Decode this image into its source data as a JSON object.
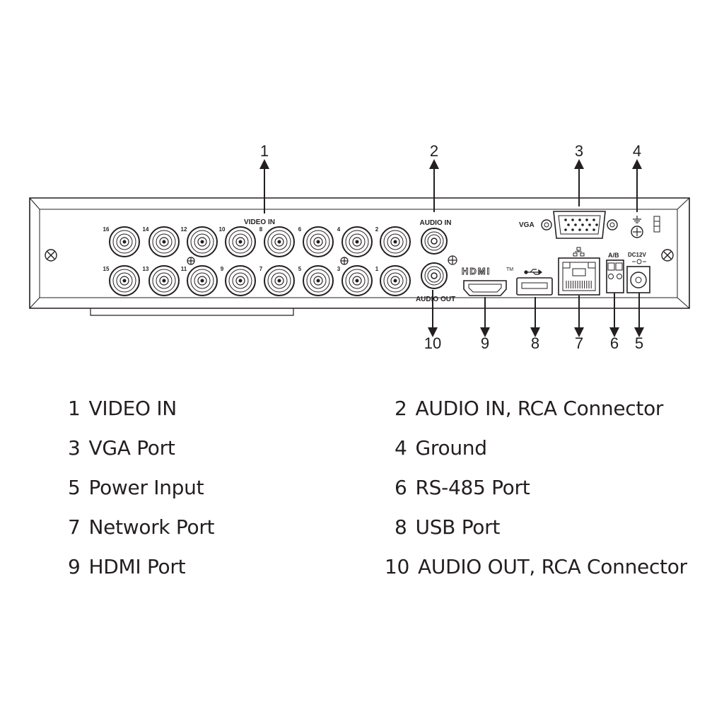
{
  "callouts": [
    {
      "num": "1"
    },
    {
      "num": "2"
    },
    {
      "num": "3"
    },
    {
      "num": "4"
    },
    {
      "num": "5"
    },
    {
      "num": "6"
    },
    {
      "num": "7"
    },
    {
      "num": "8"
    },
    {
      "num": "9"
    },
    {
      "num": "10"
    }
  ],
  "panel_labels": {
    "video_in": "VIDEO IN",
    "audio_in": "AUDIO IN",
    "audio_out": "AUDIO OUT",
    "vga": "VGA",
    "hdmi": "HDMI",
    "hdmi_tm": "TM",
    "rs485": "A/B",
    "dc": "DC12V"
  },
  "bnc_top_labels": [
    "16",
    "14",
    "12",
    "10",
    "8",
    "6",
    "4",
    "2"
  ],
  "bnc_bottom_labels": [
    "15",
    "13",
    "11",
    "9",
    "7",
    "5",
    "3",
    "1"
  ],
  "legend": [
    {
      "num": "1",
      "text": "VIDEO IN"
    },
    {
      "num": "2",
      "text": "AUDIO IN, RCA Connector"
    },
    {
      "num": "3",
      "text": "VGA Port"
    },
    {
      "num": "4",
      "text": "Ground"
    },
    {
      "num": "5",
      "text": "Power Input"
    },
    {
      "num": "6",
      "text": "RS-485 Port"
    },
    {
      "num": "7",
      "text": "Network Port"
    },
    {
      "num": "8",
      "text": "USB Port"
    },
    {
      "num": "9",
      "text": "HDMI Port"
    },
    {
      "num": "10",
      "text": "AUDIO OUT, RCA Connector"
    }
  ]
}
